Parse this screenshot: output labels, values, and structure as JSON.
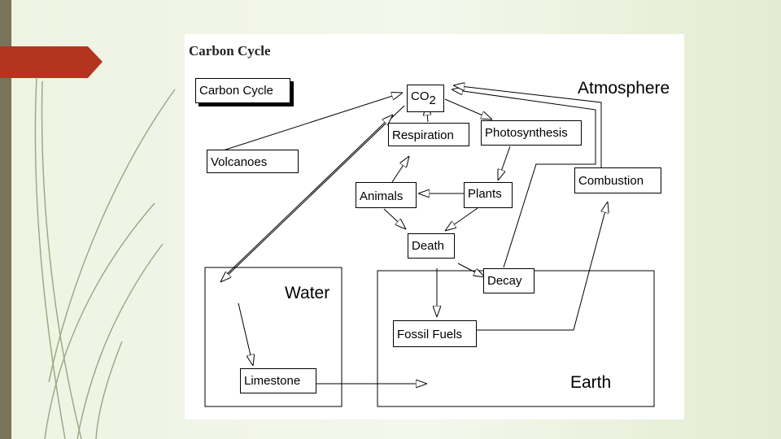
{
  "figure": {
    "title": "Carbon Cycle",
    "header_box": "Carbon Cycle",
    "regions": {
      "atmosphere": "Atmosphere",
      "water": "Water",
      "earth": "Earth"
    },
    "nodes": {
      "co2_main": "CO",
      "co2_sub": "2",
      "respiration": "Respiration",
      "photosynthesis": "Photosynthesis",
      "volcanoes": "Volcanoes",
      "animals": "Animals",
      "plants": "Plants",
      "combustion": "Combustion",
      "death": "Death",
      "decay": "Decay",
      "fossil_fuels": "Fossil Fuels",
      "limestone": "Limestone"
    }
  },
  "colors": {
    "slide_bar": "#7a7259",
    "accent_tab": "#b3351f",
    "figure_bg": "#ffffff",
    "line": "#000000"
  }
}
